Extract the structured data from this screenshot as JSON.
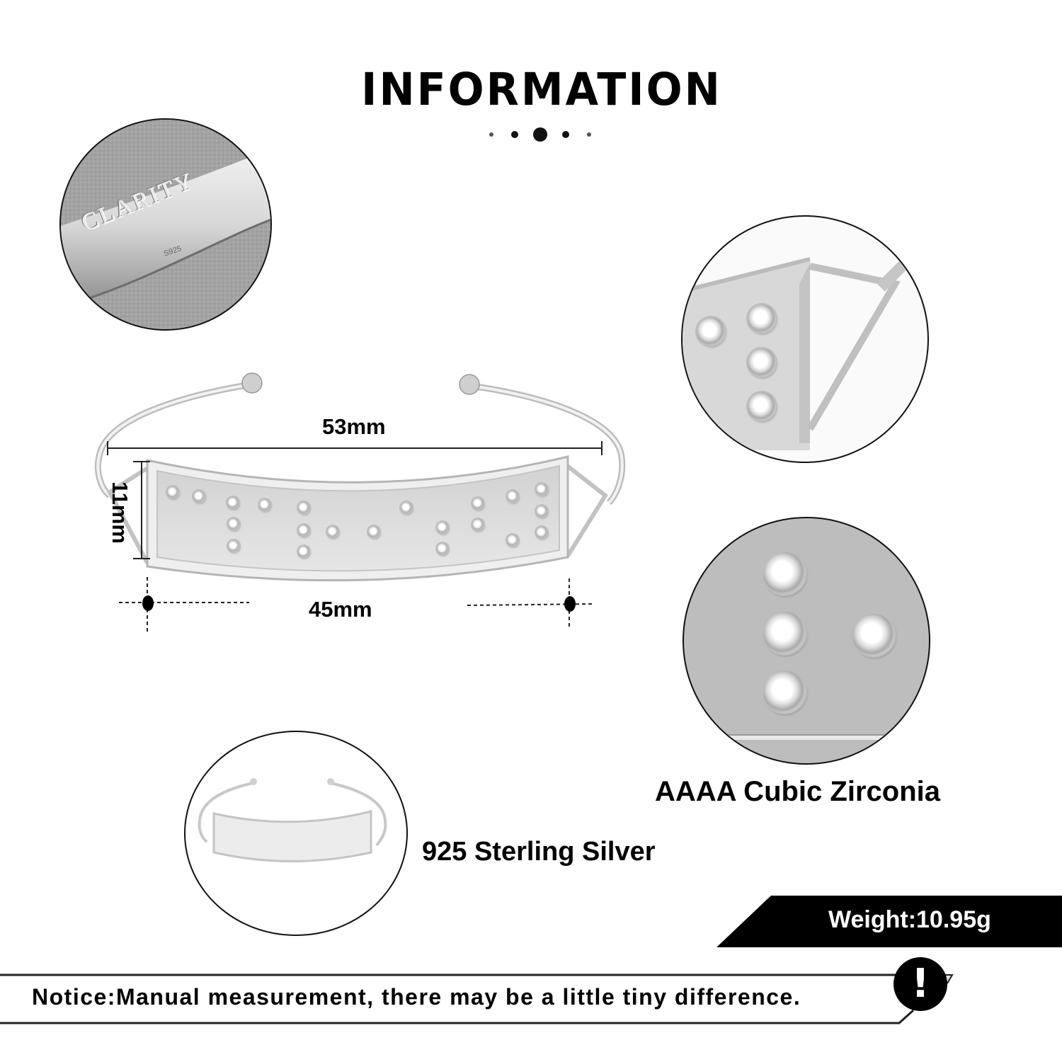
{
  "header": {
    "title": "INFORMATION"
  },
  "engraving_detail": {
    "brand": "CLARITY",
    "stamp": "S925"
  },
  "dimensions": {
    "length_top": "53mm",
    "height": "11mm",
    "length_bottom": "45mm"
  },
  "features": {
    "material": "925 Sterling Silver",
    "stones": "AAAA Cubic Zirconia"
  },
  "weight": {
    "label": "Weight:10.95g"
  },
  "notice": {
    "text": "Notice:Manual measurement, there may be a little tiny difference.",
    "icon": "exclamation-icon"
  },
  "colors": {
    "text": "#000000",
    "silver": "#d9d9d9",
    "banner": "#000000"
  }
}
